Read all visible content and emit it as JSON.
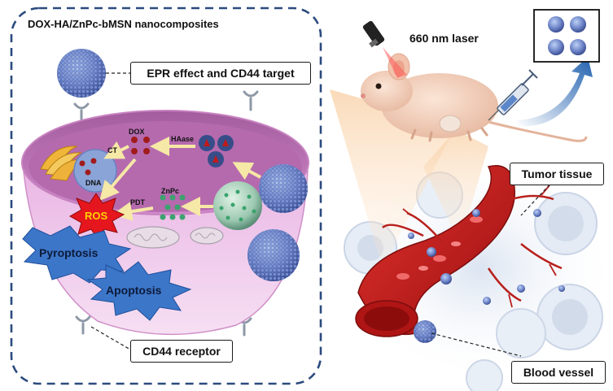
{
  "panel": {
    "title": "DOX-HA/ZnPc-bMSN nanocomposites",
    "epr_label": "EPR effect and CD44 target",
    "cd44_label": "CD44 receptor"
  },
  "cell": {
    "dox": "DOX",
    "haase": "HAase",
    "ct": "CT",
    "dna": "DNA",
    "znpc": "ZnPc",
    "pdt": "PDT",
    "ros": "ROS",
    "pyroptosis": "Pyroptosis",
    "apoptosis": "Apoptosis"
  },
  "invivo": {
    "laser": "660 nm laser",
    "tumor": "Tumor tissue",
    "vessel": "Blood vessel"
  },
  "colors": {
    "dashed_border": "#2b4b7e",
    "cell_pink": "#d98fd2",
    "nanoparticle_blue": "#6f86c9",
    "dox_red": "#a01c1c",
    "znpc_green": "#3aa36e",
    "ros_red": "#e5161d",
    "ros_text": "#ffd200",
    "burst_blue": "#3c76c9",
    "vessel_red": "#c21d1d",
    "arrow_yellow": "#f6e8a6"
  }
}
